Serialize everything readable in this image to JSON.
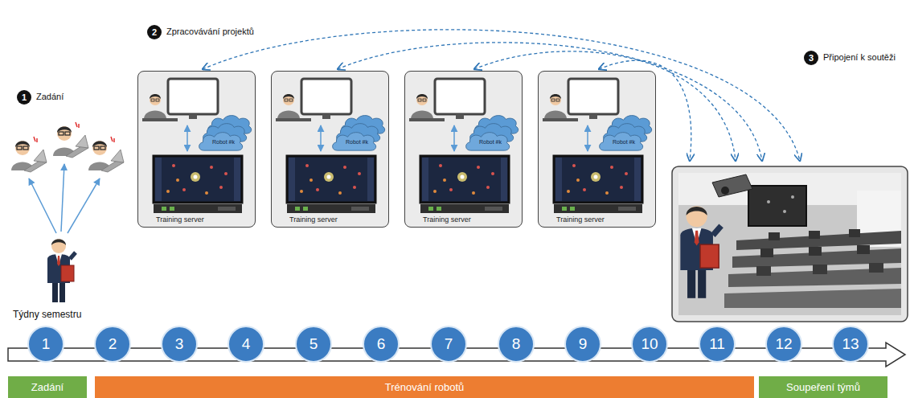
{
  "diagram": {
    "nodes": [
      {
        "text": [
          "Training server"
        ]
      },
      {
        "text": [
          "Robot #k"
        ],
        "in": 0
      },
      {
        "text": [
          "Training server"
        ]
      },
      {
        "text": [
          "Robot #k"
        ],
        "in": 2
      },
      {
        "text": [
          "Training server"
        ]
      },
      {
        "text": [
          "Robot #k"
        ],
        "in": 4
      },
      {
        "text": [
          "Training server"
        ]
      },
      {
        "text": [
          "Robot #k"
        ],
        "in": 6
      },
      {
        "text": [
          "1"
        ]
      },
      {
        "text": [
          "2"
        ]
      },
      {
        "text": [
          "3"
        ]
      },
      {
        "text": [
          "4"
        ]
      },
      {
        "text": [
          "5"
        ]
      },
      {
        "text": [
          "6"
        ]
      },
      {
        "text": [
          "7"
        ]
      },
      {
        "text": [
          "8"
        ]
      },
      {
        "text": [
          "9"
        ]
      },
      {
        "text": [
          "10"
        ]
      },
      {
        "text": [
          "11"
        ]
      },
      {
        "text": [
          "12"
        ]
      },
      {
        "text": [
          "13"
        ]
      },
      {
        "text": [
          "Zadání"
        ]
      },
      {
        "text": [
          "Trénování robotů"
        ]
      },
      {
        "text": [
          "Soupeření týmů"
        ]
      }
    ],
    "labels": [
      "2",
      "Zpracovávání projektů",
      "3",
      "Připojení k soutěži",
      "1",
      "Zadání",
      "Týdny semestru"
    ]
  }
}
